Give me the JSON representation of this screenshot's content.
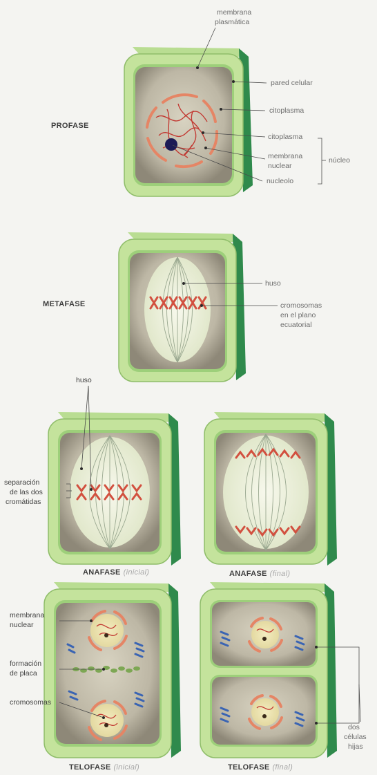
{
  "phases": {
    "profase": "PROFASE",
    "metafase": "METAFASE",
    "anafase_a": "ANAFASE",
    "anafase_a_q": "(inicial)",
    "anafase_b": "ANAFASE",
    "anafase_b_q": "(final)",
    "telofase_a": "TELOFASE",
    "telofase_a_q": "(inicial)",
    "telofase_b": "TELOFASE",
    "telofase_b_q": "(final)"
  },
  "labels": {
    "membrana_plasmatica_1": "membrana",
    "membrana_plasmatica_2": "plasmática",
    "pared_celular": "pared celular",
    "citoplasma_cell": "citoplasma",
    "citoplasma_nuc": "citoplasma",
    "membrana_nuclear_1": "membrana",
    "membrana_nuclear_2": "nuclear",
    "nucleolo": "nucleolo",
    "nucleo": "núcleo",
    "huso_meta": "huso",
    "cromosomas_1": "cromosomas",
    "cromosomas_2": "en el plano",
    "cromosomas_3": "ecuatorial",
    "huso_ana": "huso",
    "separacion_1": "separación",
    "separacion_2": "de las dos",
    "separacion_3": "cromátidas",
    "telo_membrana_1": "membrana",
    "telo_membrana_2": "nuclear",
    "formacion_1": "formación",
    "formacion_2": "de placa",
    "telo_cromosomas": "cromosomas",
    "dos_celulas_1": "dos",
    "dos_celulas_2": "células",
    "dos_celulas_3": "hijas"
  },
  "colors": {
    "wall_light": "#c4e39c",
    "wall_mid": "#9dcf7a",
    "wall_dark": "#2f8a4c",
    "cytoplasm": "#bdb7a5",
    "chromosome": "#d2503f",
    "spindle": "#f3f6e8",
    "nuclear_envelope": "#e58565",
    "nucleolus": "#1c1a55",
    "blue_fragments": "#3a64b3",
    "plate_vesicles": "#7da754"
  }
}
